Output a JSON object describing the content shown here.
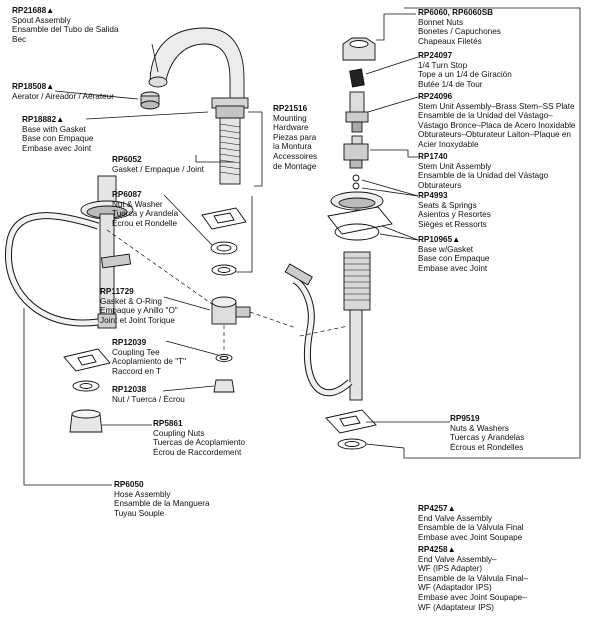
{
  "callouts": [
    {
      "id": "rp21688",
      "part": "RP21688▲",
      "lines": [
        "Spout Assembly",
        "Ensamble del Tubo de Salida",
        "Bec"
      ]
    },
    {
      "id": "rp18508",
      "part": "RP18508▲",
      "lines": [
        "Aerator / Aireador / Aérateur"
      ]
    },
    {
      "id": "rp18882",
      "part": "RP18882▲",
      "lines": [
        "Base with Gasket",
        "Base con Empaque",
        "Embase avec Joint"
      ]
    },
    {
      "id": "rp21516",
      "part": "RP21516",
      "lines": [
        "Mounting",
        "Hardware",
        "Piezas para",
        "la Montura",
        "Accessoires",
        "de Montage"
      ]
    },
    {
      "id": "rp6052",
      "part": "RP6052",
      "lines": [
        "Gasket / Empaque / Joint"
      ],
      "inline": true
    },
    {
      "id": "rp6087",
      "part": "RP6087",
      "lines": [
        "Nut & Washer",
        "Tuerca y Arandela",
        "Écrou et Rondelle"
      ]
    },
    {
      "id": "rp11729",
      "part": "RP11729",
      "lines": [
        "Gasket & O-Ring",
        "Empaque y Anillo \"O\"",
        "Joint et Joint Torique"
      ]
    },
    {
      "id": "rp12039",
      "part": "RP12039",
      "lines": [
        "Coupling Tee",
        "Acoplamiento de \"T\"",
        "Raccord en T"
      ]
    },
    {
      "id": "rp12038",
      "part": "RP12038",
      "lines": [
        "Nut / Tuerca / Écrou"
      ],
      "inline": true
    },
    {
      "id": "rp5861",
      "part": "RP5861",
      "lines": [
        "Coupling Nuts",
        "Tuercas de Acoplamiento",
        "Écrou de Raccordement"
      ]
    },
    {
      "id": "rp6050",
      "part": "RP6050",
      "lines": [
        "Hose Assembly",
        "Ensamble de la Manguera",
        "Tuyau Souple"
      ]
    },
    {
      "id": "rp6060",
      "part": "RP6060, RP6060SB",
      "lines": [
        "Bonnet Nuts",
        "Bonetes / Capuchones",
        "Chapeaux Filetés"
      ]
    },
    {
      "id": "rp24097",
      "part": "RP24097",
      "lines": [
        "1/4 Turn Stop",
        "Tope a un 1/4 de Giración",
        "Butée 1/4 de Tour"
      ]
    },
    {
      "id": "rp24096",
      "part": "RP24096",
      "lines": [
        "Stem Unit Assembly–Brass Stem–SS Plate",
        "Ensamble de la Unidad del Vástago–",
        "Vástago Bronce–Placa de Acero Inoxidable",
        "Obturateurs–Obturateur Laiton–Plaque en",
        "Acier Inoxydable"
      ]
    },
    {
      "id": "rp1740",
      "part": "RP1740",
      "lines": [
        "Stem Unit Assembly",
        "Ensamble de la Unidad del Vástago",
        "Obturateurs"
      ]
    },
    {
      "id": "rp4993",
      "part": "RP4993",
      "lines": [
        "Seats & Springs",
        "Asientos y Resortes",
        "Sièges et Ressorts"
      ]
    },
    {
      "id": "rp10965",
      "part": "RP10965▲",
      "lines": [
        "Base w/Gasket",
        "Base con Empaque",
        "Embase avec Joint"
      ]
    },
    {
      "id": "rp9519",
      "part": "RP9519",
      "lines": [
        "Nuts & Washers",
        "Tuercas y Arandelas",
        "Écrous et Rondelles"
      ]
    },
    {
      "id": "rp4257",
      "part": "RP4257▲",
      "lines": [
        "End Valve Assembly",
        "Ensamble de la Válvula Final",
        "Embase avec Joint Soupape"
      ]
    },
    {
      "id": "rp4258",
      "part": "RP4258▲",
      "lines": [
        "End Valve Assembly–",
        "WF (IPS Adapter)",
        "Ensamble de la Válvula Final–",
        "WF (Adaptador IPS)",
        "Embase avec Joint Soupape–",
        "WF (Adaptateur IPS)"
      ]
    }
  ]
}
